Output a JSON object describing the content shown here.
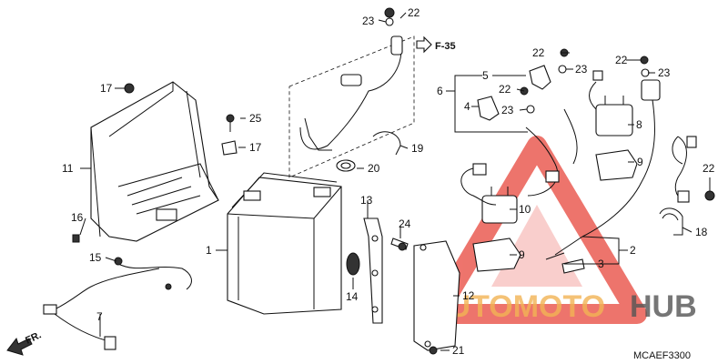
{
  "callouts": {
    "c1": "1",
    "c2": "2",
    "c3": "3",
    "c4": "4",
    "c5": "5",
    "c6": "6",
    "c7": "7",
    "c8": "8",
    "c9a": "9",
    "c9b": "9",
    "c10": "10",
    "c11": "11",
    "c12": "12",
    "c13": "13",
    "c14": "14",
    "c15": "15",
    "c16": "16",
    "c17a": "17",
    "c17b": "17",
    "c18": "18",
    "c19": "19",
    "c20": "20",
    "c21": "21",
    "c22a": "22",
    "c22b": "22",
    "c22c": "22",
    "c22d": "22",
    "c22e": "22",
    "c23a": "23",
    "c23b": "23",
    "c23c": "23",
    "c23d": "23",
    "c24": "24",
    "c25": "25"
  },
  "refs": {
    "f35": "F-35",
    "fr": "FR.",
    "diagram_code": "MCAEF3300"
  },
  "watermark": {
    "text_auto": "AUTOMOTO",
    "text_hub": "HUB",
    "color_triangle": "#e8463c",
    "color_auto": "#f2b455",
    "color_hub": "#555555"
  }
}
